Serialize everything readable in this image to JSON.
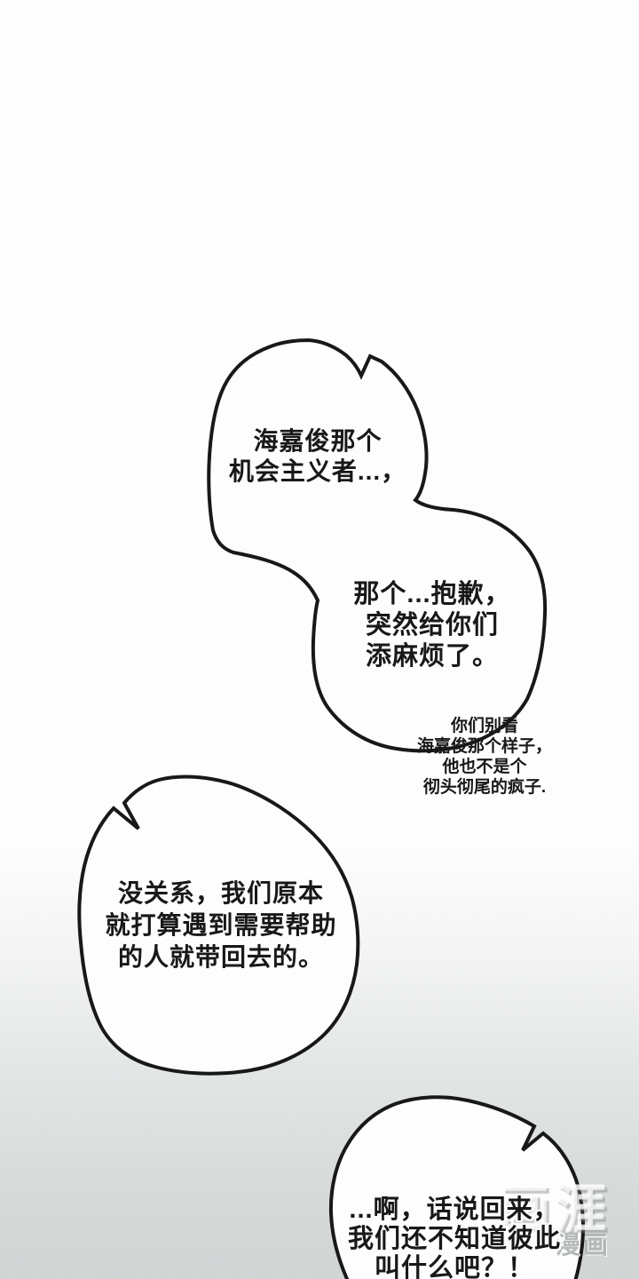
{
  "bubbles": {
    "bubble1": {
      "text": "海嘉俊那个\n机会主义者...，"
    },
    "bubble2": {
      "text": "那个...抱歉，\n突然给你们\n添麻烦了。"
    },
    "bubble3": {
      "text": "没关系，我们原本\n就打算遇到需要帮助\n的人就带回去的。"
    },
    "bubble4": {
      "text": "...啊，话说回来，\n我们还不知道彼此\n叫什么吧？！"
    },
    "note": {
      "text": "你们别看\n海嘉俊那个样子，\n他也不是个\n彻头彻尾的疯子."
    }
  },
  "watermark": {
    "logo": "画涯",
    "subtitle": "漫画"
  },
  "colors": {
    "ink": "#141414",
    "bubble_fill": "#ffffff",
    "bg_top": "#ffffff",
    "bg_bottom": "#d2d5d5"
  }
}
